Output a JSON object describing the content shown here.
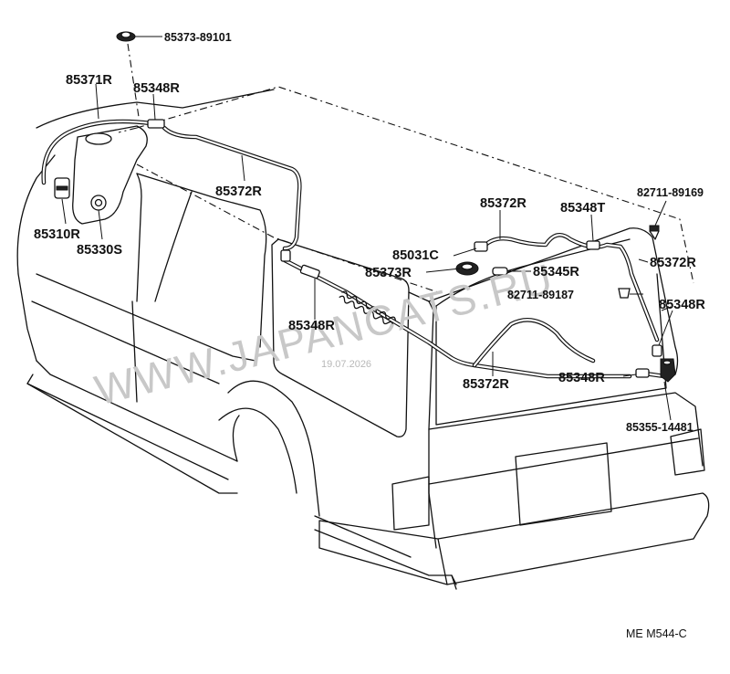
{
  "diagram": {
    "parts": {
      "grommet_top": "85373-89101",
      "hose_front_left": "85371R",
      "joint_upper": "85348R",
      "hose_roof": "85372R",
      "pump": "85310R",
      "grommet_tank": "85330S",
      "hose_mid_right": "85372R",
      "tee_joint": "85348T",
      "clip_upper_right": "82711-89169",
      "nozzle_joint": "85031C",
      "hose_right": "85372R",
      "grommet_mid": "85373R",
      "check_valve": "85345R",
      "clip_lower": "82711-89187",
      "joint_right": "85348R",
      "joint_left_lower": "85348R",
      "hose_lower": "85372R",
      "joint_lower_right": "85348R",
      "nozzle": "85355-14481"
    },
    "watermark": "WWW.JAPANCATS.RU",
    "date": "19.07.2026",
    "reference": "ME M544-C"
  }
}
